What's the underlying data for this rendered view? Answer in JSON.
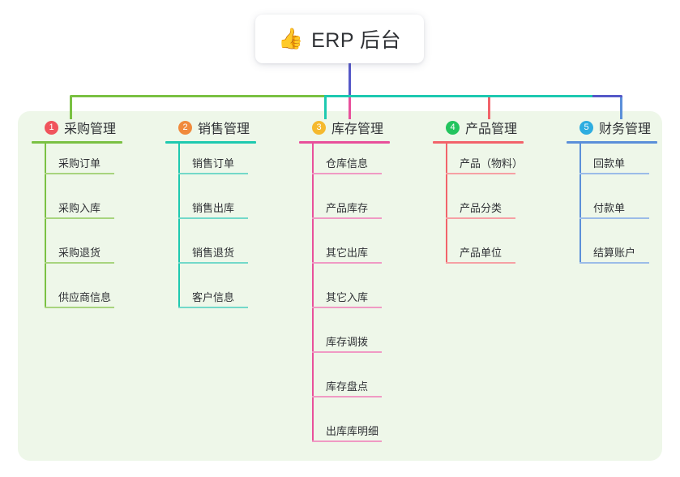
{
  "root": {
    "icon": "thumbs-up-emoji",
    "icon_glyph": "👍",
    "title": "ERP 后台"
  },
  "palette": {
    "panel_bg": "#eef7e9",
    "page_bg": "#ffffff",
    "stem": "#5558c8",
    "text": "#2f3135"
  },
  "columns": [
    {
      "number": "1",
      "title": "采购管理",
      "badge_color": "#f0545c",
      "line_color": "#7ac143",
      "leaf_line_color": "#a8d47e",
      "items": [
        {
          "label": "采购订单"
        },
        {
          "label": "采购入库"
        },
        {
          "label": "采购退货"
        },
        {
          "label": "供应商信息"
        }
      ]
    },
    {
      "number": "2",
      "title": "销售管理",
      "badge_color": "#f08a3c",
      "line_color": "#1ec9b0",
      "leaf_line_color": "#73d9c9",
      "items": [
        {
          "label": "销售订单"
        },
        {
          "label": "销售出库"
        },
        {
          "label": "销售退货"
        },
        {
          "label": "客户信息"
        }
      ]
    },
    {
      "number": "3",
      "title": "库存管理",
      "badge_color": "#f5b92e",
      "line_color": "#e8509b",
      "leaf_line_color": "#f09ac4",
      "items": [
        {
          "label": "仓库信息"
        },
        {
          "label": "产品库存"
        },
        {
          "label": "其它出库"
        },
        {
          "label": "其它入库"
        },
        {
          "label": "库存调拨"
        },
        {
          "label": "库存盘点"
        },
        {
          "label": "出库库明细"
        }
      ]
    },
    {
      "number": "4",
      "title": "产品管理",
      "badge_color": "#23c45e",
      "line_color": "#f2636a",
      "leaf_line_color": "#f6a0a4",
      "items": [
        {
          "label": "产品（物料）"
        },
        {
          "label": "产品分类"
        },
        {
          "label": "产品单位"
        }
      ]
    },
    {
      "number": "5",
      "title": "财务管理",
      "badge_color": "#2eade0",
      "line_color": "#5b8fd9",
      "leaf_line_color": "#9bbce8",
      "items": [
        {
          "label": "回款单"
        },
        {
          "label": "付款单"
        },
        {
          "label": "结算账户"
        }
      ]
    }
  ]
}
